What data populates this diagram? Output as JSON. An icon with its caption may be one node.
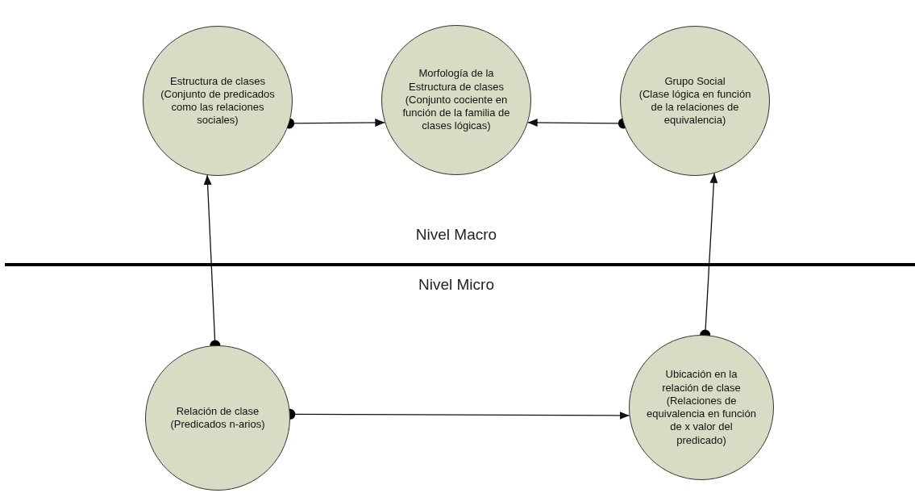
{
  "diagram": {
    "nodes": [
      {
        "text": [
          "Estructura de clases",
          "(Conjunto de predicados como las relaciones sociales)"
        ]
      },
      {
        "text": [
          "Morfología de la Estructura de clases",
          "(Conjunto cociente en función de la familia de clases lógicas)"
        ]
      },
      {
        "text": [
          "Grupo Social",
          "(Clase lógica en función de la relaciones de equivalencia)"
        ]
      },
      {
        "text": [
          "Relación de clase",
          "(Predicados n-arios)"
        ]
      },
      {
        "text": [
          "Ubicación en la relación de clase",
          "(Relaciones de equivalencia en función de x valor del predicado)"
        ]
      }
    ],
    "edges": [
      {
        "from": 0,
        "to": 1,
        "arrow": "to"
      },
      {
        "from": 2,
        "to": 1,
        "arrow": "to"
      },
      {
        "from": 3,
        "to": 0,
        "arrow": "to"
      },
      {
        "from": 4,
        "to": 2,
        "arrow": "to"
      },
      {
        "from": 3,
        "to": 4,
        "arrow": "to"
      }
    ],
    "labels": [
      "Nivel Macro",
      "Nivel Micro"
    ]
  }
}
